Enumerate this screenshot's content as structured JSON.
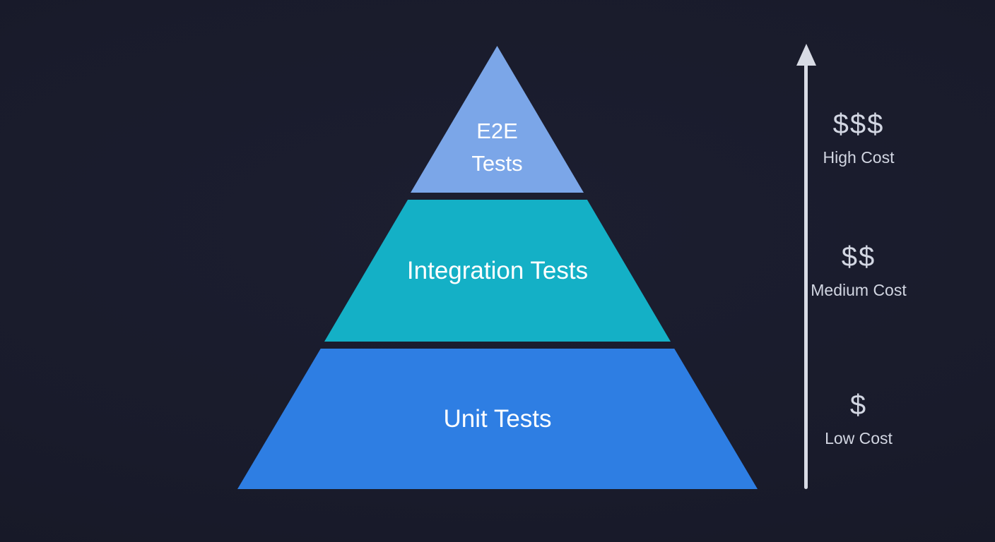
{
  "background_color": "#191b2b",
  "pyramid": {
    "label_color": "#ffffff",
    "tiers": [
      {
        "name": "e2e-tests",
        "line1": "E2E",
        "line2": "Tests",
        "color": "#7ba6e8"
      },
      {
        "name": "integration-tests",
        "label": "Integration Tests",
        "color": "#14b0c6"
      },
      {
        "name": "unit-tests",
        "label": "Unit Tests",
        "color": "#2e7ee3"
      }
    ]
  },
  "cost_axis": {
    "arrow_color": "#d8dbe5",
    "text_color": "#d2d6e2",
    "levels": [
      {
        "symbol": "$$$",
        "label": "High Cost"
      },
      {
        "symbol": "$$",
        "label": "Medium Cost"
      },
      {
        "symbol": "$",
        "label": "Low Cost"
      }
    ]
  }
}
